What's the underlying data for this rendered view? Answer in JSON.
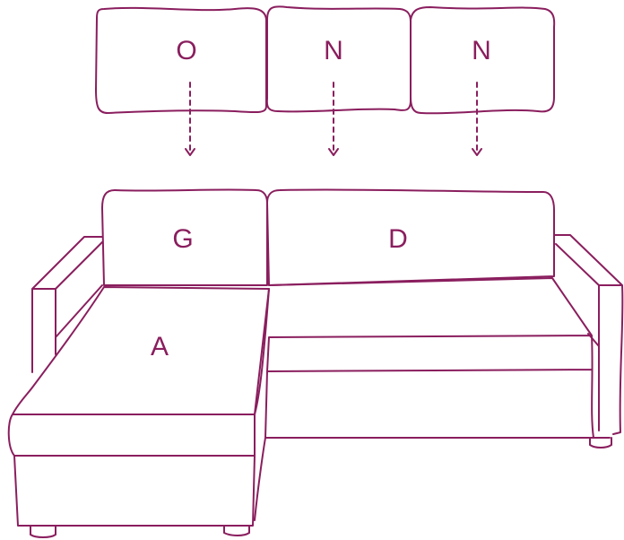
{
  "colors": {
    "stroke": "#8a1e5e",
    "background": "#ffffff"
  },
  "cushions": [
    {
      "id": "cushion-o",
      "label": "O"
    },
    {
      "id": "cushion-n1",
      "label": "N"
    },
    {
      "id": "cushion-n2",
      "label": "N"
    }
  ],
  "sofa": {
    "back_left_label": "G",
    "back_right_label": "D",
    "chaise_label": "A"
  }
}
